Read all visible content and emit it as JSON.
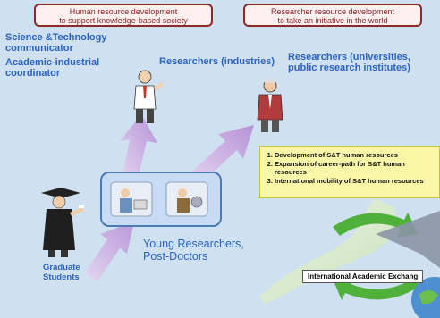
{
  "banners": {
    "left": "Human resource development\nto support knowledge-based society",
    "right": "Researcher resource development\nto take an initiative in the world"
  },
  "roles": {
    "communicator": "Science &Technology communicator",
    "coordinator": "Academic-industrial coordinator",
    "researchers_industries": "Researchers (industries)",
    "researchers_universities": "Researchers (universities, public research institutes)",
    "young_researchers": "Young Researchers, Post-Doctors",
    "graduate_students": "Graduate Students"
  },
  "notes": {
    "items": [
      "Development of S&T human resources",
      "Expansion of career-path for S&T human resources",
      "International mobility of S&T human resources"
    ]
  },
  "exchange": {
    "label": "International Academic Exchang"
  },
  "colors": {
    "background": "#cfe0f0",
    "banner_border": "#8c2a2a",
    "role_text": "#2a63c2",
    "arrow_purple": "#c3a2dc",
    "notes_bg": "#fbf7a8",
    "globe_green": "#4fb13a"
  }
}
